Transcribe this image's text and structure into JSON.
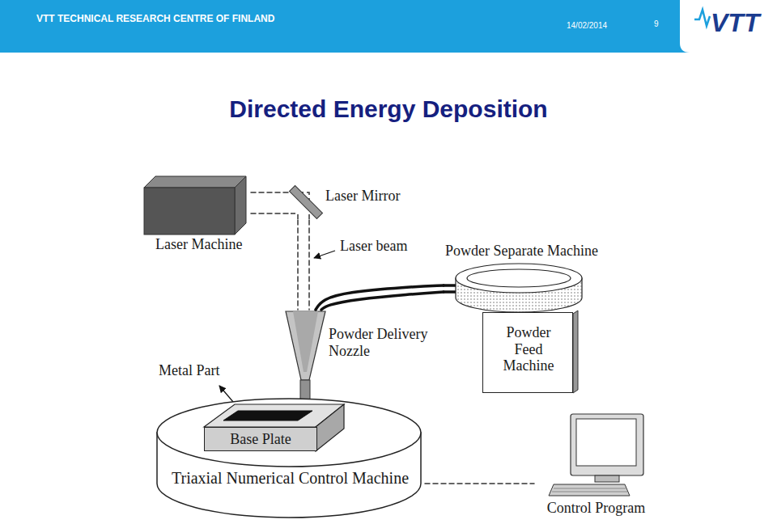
{
  "diagram": {
    "title": "Directed Energy Deposition",
    "nodes": [
      {
        "text": [
          "Laser Machine"
        ]
      },
      {
        "text": [
          "Laser Mirror"
        ]
      },
      {
        "text": [
          "Powder Separate Machine"
        ]
      },
      {
        "text": [
          "Powder Delivery Nozzle"
        ]
      },
      {
        "text": [
          "Powder Feed Machine"
        ]
      },
      {
        "text": [
          "Triaxial Numerical Control Machine"
        ]
      },
      {
        "text": [
          "Base Plate"
        ],
        "in": 5
      },
      {
        "text": [
          "Control Program"
        ]
      }
    ],
    "edges": [
      {
        "from": 0,
        "to": 1,
        "arrow": "none"
      },
      {
        "from": 1,
        "to": 3,
        "arrow": "none"
      },
      {
        "from": 2,
        "to": 3,
        "arrow": "none"
      },
      {
        "from": 5,
        "to": 7,
        "arrow": "none"
      }
    ],
    "labels": [
      "VTT TECHNICAL RESEARCH CENTRE OF FINLAND",
      "14/02/2014",
      "9",
      "VTT",
      "Laser beam",
      "Metal Part"
    ]
  }
}
